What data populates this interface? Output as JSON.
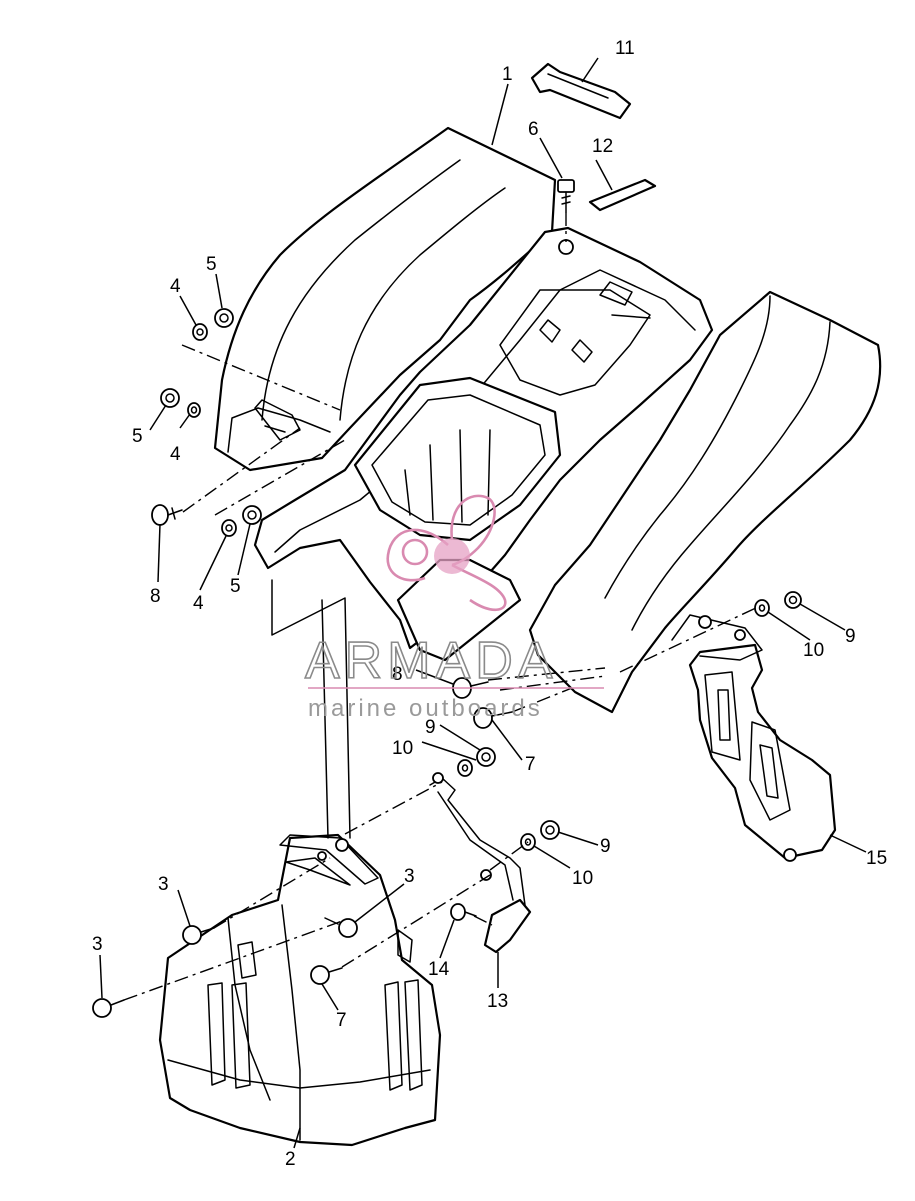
{
  "diagram": {
    "callouts": [
      {
        "id": "c1",
        "text": "1"
      },
      {
        "id": "c2",
        "text": "2"
      },
      {
        "id": "c3a",
        "text": "3"
      },
      {
        "id": "c3b",
        "text": "3"
      },
      {
        "id": "c3c",
        "text": "3"
      },
      {
        "id": "c4a",
        "text": "4"
      },
      {
        "id": "c4b",
        "text": "4"
      },
      {
        "id": "c4c",
        "text": "4"
      },
      {
        "id": "c5a",
        "text": "5"
      },
      {
        "id": "c5b",
        "text": "5"
      },
      {
        "id": "c5c",
        "text": "5"
      },
      {
        "id": "c6",
        "text": "6"
      },
      {
        "id": "c7a",
        "text": "7"
      },
      {
        "id": "c7b",
        "text": "7"
      },
      {
        "id": "c8a",
        "text": "8"
      },
      {
        "id": "c8b",
        "text": "8"
      },
      {
        "id": "c9a",
        "text": "9"
      },
      {
        "id": "c9b",
        "text": "9"
      },
      {
        "id": "c9c",
        "text": "9"
      },
      {
        "id": "c10a",
        "text": "10"
      },
      {
        "id": "c10b",
        "text": "10"
      },
      {
        "id": "c10c",
        "text": "10"
      },
      {
        "id": "c11",
        "text": "11"
      },
      {
        "id": "c12",
        "text": "12"
      },
      {
        "id": "c13",
        "text": "13"
      },
      {
        "id": "c14",
        "text": "14"
      },
      {
        "id": "c15",
        "text": "15"
      }
    ]
  },
  "watermark": {
    "title": "ARMADA",
    "subtitle": "marine outboards",
    "logo": "armada-logo-icon",
    "color": "#d98ab0"
  }
}
